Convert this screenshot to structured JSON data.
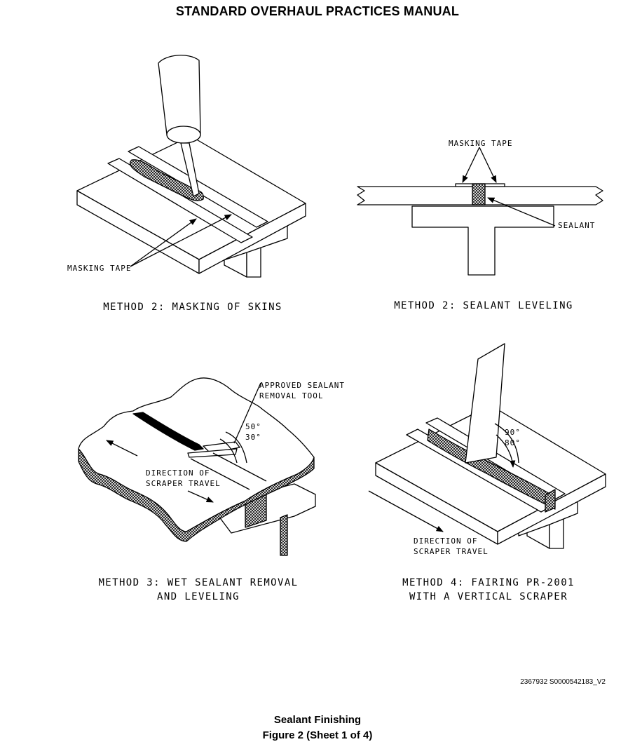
{
  "header": {
    "title": "STANDARD OVERHAUL PRACTICES MANUAL"
  },
  "panels": {
    "p1": {
      "label": "MASKING TAPE",
      "caption": "METHOD 2: MASKING OF SKINS"
    },
    "p2": {
      "label_tape": "MASKING TAPE",
      "label_sealant": "SEALANT",
      "caption": "METHOD 2: SEALANT LEVELING"
    },
    "p3": {
      "tool_line1": "APPROVED SEALANT",
      "tool_line2": "REMOVAL TOOL",
      "angle1": "50°",
      "angle2": "30°",
      "dir_line1": "DIRECTION OF",
      "dir_line2": "SCRAPER TRAVEL",
      "caption_line1": "METHOD 3: WET SEALANT REMOVAL",
      "caption_line2": "AND LEVELING"
    },
    "p4": {
      "angle1": "90°",
      "angle2": "80°",
      "dir_line1": "DIRECTION OF",
      "dir_line2": "SCRAPER TRAVEL",
      "caption_line1": "METHOD 4: FAIRING PR-2001",
      "caption_line2": "WITH A VERTICAL SCRAPER"
    }
  },
  "doc_id": "2367932 S0000542183_V2",
  "figure": {
    "title": "Sealant Finishing",
    "number": "Figure 2  (Sheet 1 of 4)"
  }
}
